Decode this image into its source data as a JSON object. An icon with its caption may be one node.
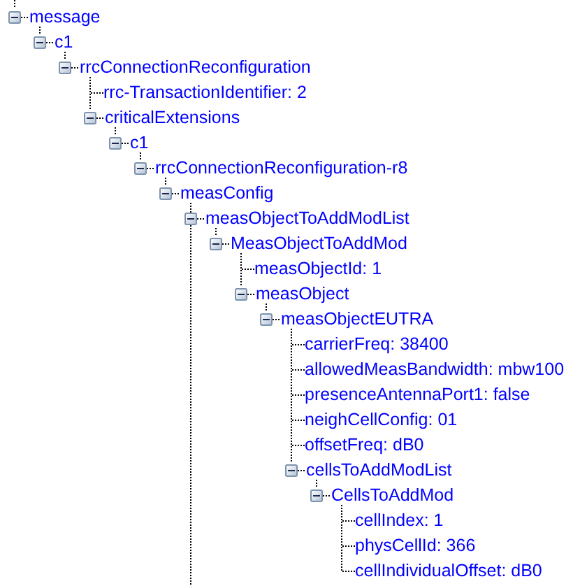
{
  "diagram": {
    "nodes": [
      {
        "text": [
          "message"
        ]
      },
      {
        "text": [
          "c1"
        ]
      },
      {
        "text": [
          "rrcConnectionReconfiguration"
        ]
      },
      {
        "text": [
          "rrc-TransactionIdentifier: 2"
        ]
      },
      {
        "text": [
          "criticalExtensions"
        ]
      },
      {
        "text": [
          "c1"
        ]
      },
      {
        "text": [
          "rrcConnectionReconfiguration-r8"
        ]
      },
      {
        "text": [
          "measConfig"
        ]
      },
      {
        "text": [
          "measObjectToAddModList"
        ]
      },
      {
        "text": [
          "MeasObjectToAddMod"
        ]
      },
      {
        "text": [
          "measObjectId: 1"
        ]
      },
      {
        "text": [
          "measObject"
        ]
      },
      {
        "text": [
          "measObjectEUTRA"
        ]
      },
      {
        "text": [
          "carrierFreq: 38400"
        ]
      },
      {
        "text": [
          "allowedMeasBandwidth: mbw100"
        ]
      },
      {
        "text": [
          "presenceAntennaPort1: false"
        ]
      },
      {
        "text": [
          "neighCellConfig: 01"
        ]
      },
      {
        "text": [
          "offsetFreq: dB0"
        ]
      },
      {
        "text": [
          "cellsToAddModList"
        ]
      },
      {
        "text": [
          "CellsToAddMod"
        ]
      },
      {
        "text": [
          "cellIndex: 1"
        ]
      },
      {
        "text": [
          "physCellId: 366"
        ]
      },
      {
        "text": [
          "cellIndividualOffset: dB0"
        ]
      }
    ],
    "edges": [
      {
        "from": null,
        "to": 0,
        "arrow": "none",
        "style": "dashed"
      },
      {
        "from": 0,
        "to": 1,
        "arrow": "none",
        "style": "dashed"
      },
      {
        "from": 1,
        "to": 2,
        "arrow": "none",
        "style": "dashed"
      },
      {
        "from": 2,
        "to": 3,
        "arrow": "none",
        "style": "dashed"
      },
      {
        "from": 2,
        "to": 4,
        "arrow": "none",
        "style": "dashed"
      },
      {
        "from": 4,
        "to": 5,
        "arrow": "none",
        "style": "dashed"
      },
      {
        "from": 5,
        "to": 6,
        "arrow": "none",
        "style": "dashed"
      },
      {
        "from": 6,
        "to": 7,
        "arrow": "none",
        "style": "dashed"
      },
      {
        "from": 7,
        "to": 8,
        "arrow": "none",
        "style": "dashed"
      },
      {
        "from": 8,
        "to": 9,
        "arrow": "none",
        "style": "dashed"
      },
      {
        "from": 9,
        "to": 10,
        "arrow": "none",
        "style": "dashed"
      },
      {
        "from": 9,
        "to": 11,
        "arrow": "none",
        "style": "dashed"
      },
      {
        "from": 11,
        "to": 12,
        "arrow": "none",
        "style": "dashed"
      },
      {
        "from": 12,
        "to": 13,
        "arrow": "none",
        "style": "dashed"
      },
      {
        "from": 12,
        "to": 14,
        "arrow": "none",
        "style": "dashed"
      },
      {
        "from": 12,
        "to": 15,
        "arrow": "none",
        "style": "dashed"
      },
      {
        "from": 12,
        "to": 16,
        "arrow": "none",
        "style": "dashed"
      },
      {
        "from": 12,
        "to": 17,
        "arrow": "none",
        "style": "dashed"
      },
      {
        "from": 12,
        "to": 18,
        "arrow": "none",
        "style": "dashed"
      },
      {
        "from": 18,
        "to": 19,
        "arrow": "none",
        "style": "dashed"
      },
      {
        "from": 19,
        "to": 20,
        "arrow": "none",
        "style": "dashed"
      },
      {
        "from": 19,
        "to": 21,
        "arrow": "none",
        "style": "dashed"
      },
      {
        "from": 19,
        "to": 22,
        "arrow": "none",
        "style": "dashed"
      },
      {
        "from": 7,
        "to": null,
        "arrow": "none",
        "style": "dashed"
      }
    ]
  }
}
